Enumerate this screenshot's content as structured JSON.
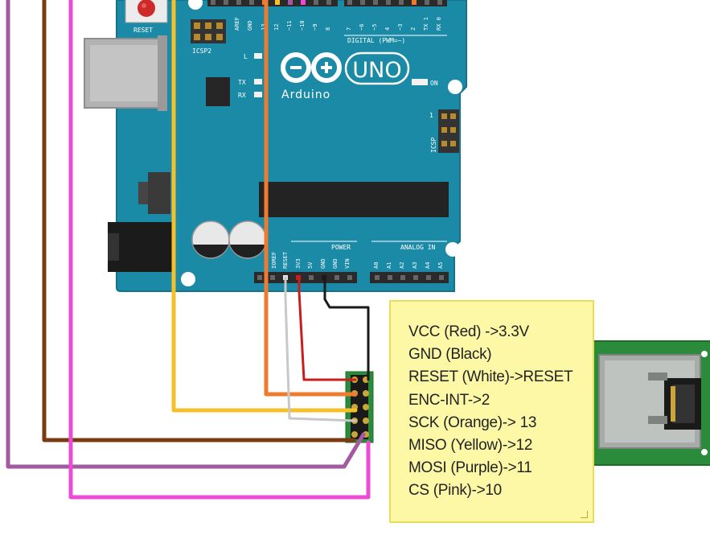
{
  "board": {
    "brand_name": "UNO",
    "logo_text": "Arduino",
    "reset_label": "RESET",
    "icsp2_label": "ICSP2",
    "icsp_label": "ICSP",
    "led_l_label": "L",
    "led_tx_label": "TX",
    "led_rx_label": "RX",
    "on_label": "ON",
    "digital_label": "DIGITAL (PWM=~)",
    "power_label": "POWER",
    "analog_label": "ANALOG IN",
    "icsp_pin1_label": "1",
    "top_pin_labels": [
      "AREF",
      "GND",
      "13",
      "12",
      "~11",
      "~10",
      "~9",
      "8",
      "7",
      "~6",
      "~5",
      "4",
      "~3",
      "2",
      "TX 1",
      "RX 0"
    ],
    "power_pin_labels": [
      "IOREF",
      "RESET",
      "3V3",
      "5V",
      "GND",
      "GND",
      "VIN"
    ],
    "analog_pin_labels": [
      "A0",
      "A1",
      "A2",
      "A3",
      "A4",
      "A5"
    ]
  },
  "connections": [
    "VCC (Red) ->3.3V",
    "GND (Black)",
    "RESET (White)->RESET",
    "ENC-INT->2",
    "SCK (Orange)-> 13",
    "MISO (Yellow)->12",
    "MOSI (Purple)->11",
    "CS (Pink)->10"
  ],
  "colors": {
    "board": "#1b8aa6",
    "module_pcb": "#2a8c3a",
    "note_bg": "#fdf8a6",
    "wire_red": "#c81e1e",
    "wire_black": "#1a1a1a",
    "wire_white": "#c8c8c8",
    "wire_orange": "#ef7a30",
    "wire_yellow": "#f5c02a",
    "wire_brown": "#7a3a12",
    "wire_purple": "#a35aa0",
    "wire_pink": "#ec4bd6"
  }
}
